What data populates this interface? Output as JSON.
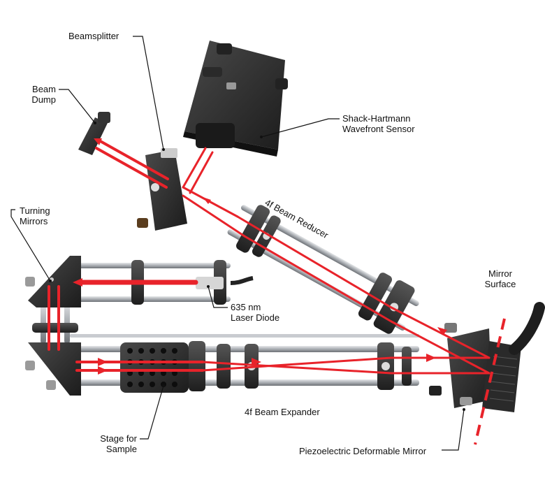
{
  "labels": {
    "beamsplitter": "Beamsplitter",
    "beam_dump": "Beam\nDump",
    "shack_hartmann": "Shack-Hartmann\nWavefront Sensor",
    "beam_reducer": "4f Beam Reducer",
    "turning_mirrors": "Turning\nMirrors",
    "laser_diode": "635 nm\nLaser Diode",
    "mirror_surface": "Mirror\nSurface",
    "beam_expander": "4f Beam Expander",
    "stage_for_sample": "Stage for\nSample",
    "deformable_mirror": "Piezoelectric Deformable Mirror"
  },
  "colors": {
    "beam": "#e8232a",
    "housing": "#2b2b2b",
    "rod": "#b9bcc0",
    "leader": "#111111"
  }
}
